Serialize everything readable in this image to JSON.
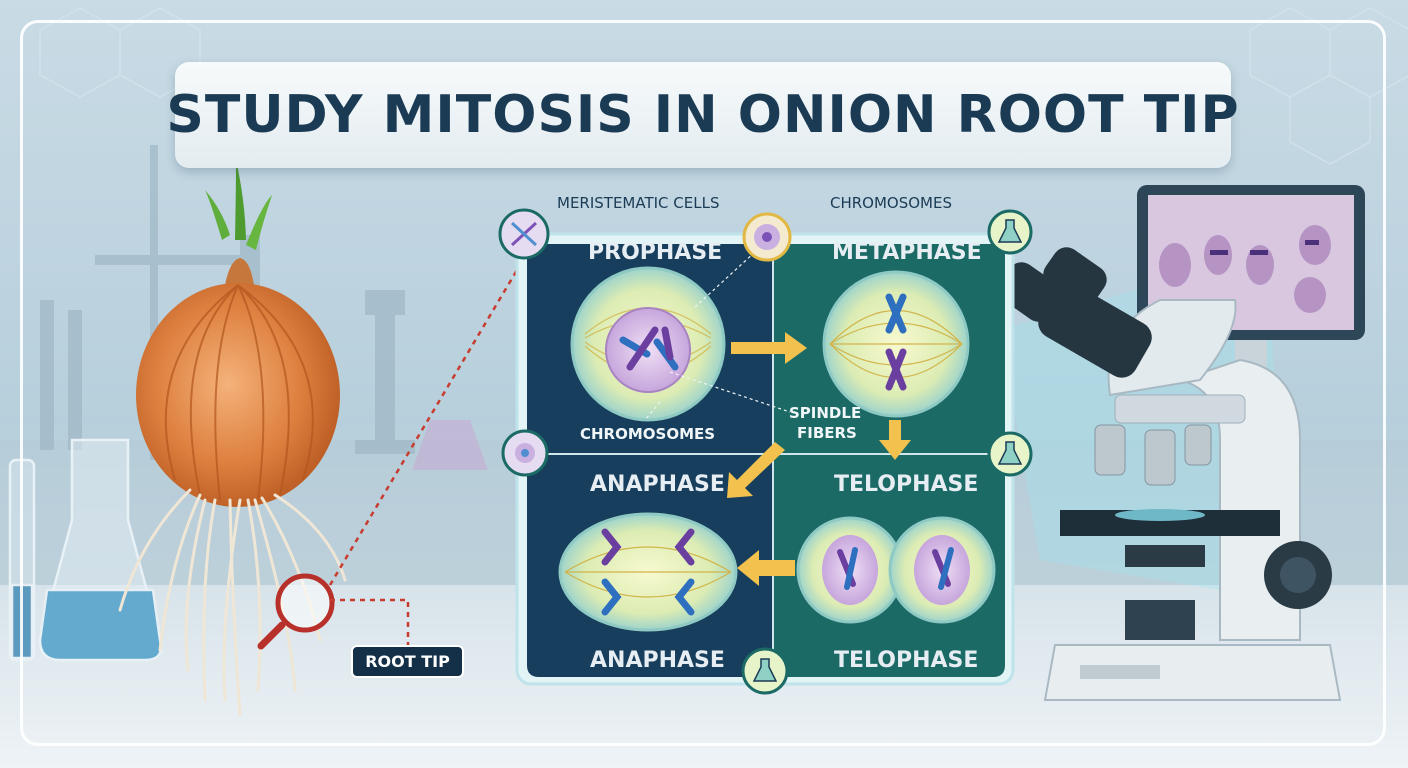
{
  "title": "STUDY MITOSIS IN ONION ROOT TIP",
  "labels": {
    "meristematic": "MERISTEMATIC CELLS",
    "chromosomes_top": "CHROMOSOMES",
    "chromosomes_inner": "CHROMOSOMES",
    "spindle_line1": "SPINDLE",
    "spindle_line2": "FIBERS",
    "root_tip": "ROOT TIP"
  },
  "stages": {
    "prophase": "PROPHASE",
    "metaphase": "METAPHASE",
    "anaphase_top": "ANAPHASE",
    "telophase_top": "TELOPHASE",
    "anaphase_bottom": "ANAPHASE",
    "telophase_bottom": "TELOPHASE"
  },
  "icons": [
    "dna-icon",
    "cell-icon",
    "flask-icon"
  ],
  "colors": {
    "panel_dark": "#173e5c",
    "panel_teal": "#1b6a66",
    "title_text": "#1b3b55",
    "arrow": "#f2c14e",
    "chromosome_purple": "#6a3fa0",
    "chromosome_blue": "#2f6fc0"
  }
}
